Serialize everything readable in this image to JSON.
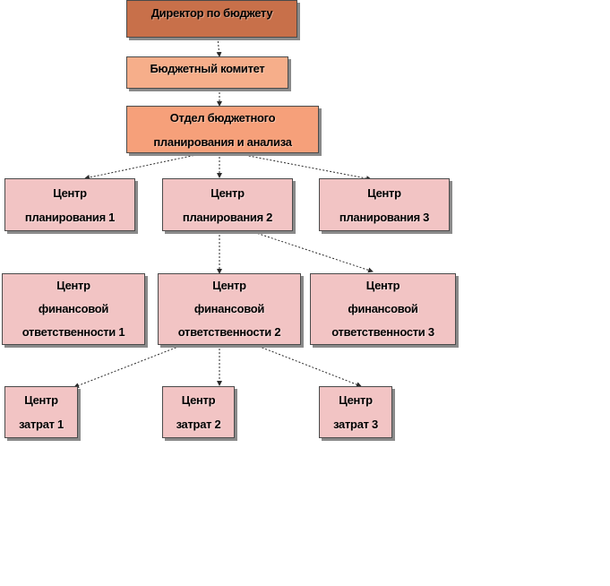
{
  "colors": {
    "director": "#c8704a",
    "committee": "#f6ae8a",
    "department": "#f6a07a",
    "center": "#f2c4c4",
    "arrow": "#2b2b2b",
    "border": "#4a4a4a"
  },
  "nodes": {
    "director": {
      "lines": [
        "Директор по бюджету"
      ]
    },
    "committee": {
      "lines": [
        "Бюджетный комитет"
      ]
    },
    "department": {
      "lines": [
        "Отдел бюджетного",
        "планирования и анализа"
      ]
    },
    "planning": [
      {
        "lines": [
          "Центр",
          "планирования 1"
        ]
      },
      {
        "lines": [
          "Центр",
          "планирования 2"
        ]
      },
      {
        "lines": [
          "Центр",
          "планирования 3"
        ]
      }
    ],
    "responsibility": [
      {
        "lines": [
          "Центр",
          "финансовой",
          "ответственности 1"
        ]
      },
      {
        "lines": [
          "Центр",
          "финансовой",
          "ответственности 2"
        ]
      },
      {
        "lines": [
          "Центр",
          "финансовой",
          "ответственности 3"
        ]
      }
    ],
    "cost": [
      {
        "lines": [
          "Центр",
          "затрат 1"
        ]
      },
      {
        "lines": [
          "Центр",
          "затрат 2"
        ]
      },
      {
        "lines": [
          "Центр",
          "затрат 3"
        ]
      }
    ]
  }
}
